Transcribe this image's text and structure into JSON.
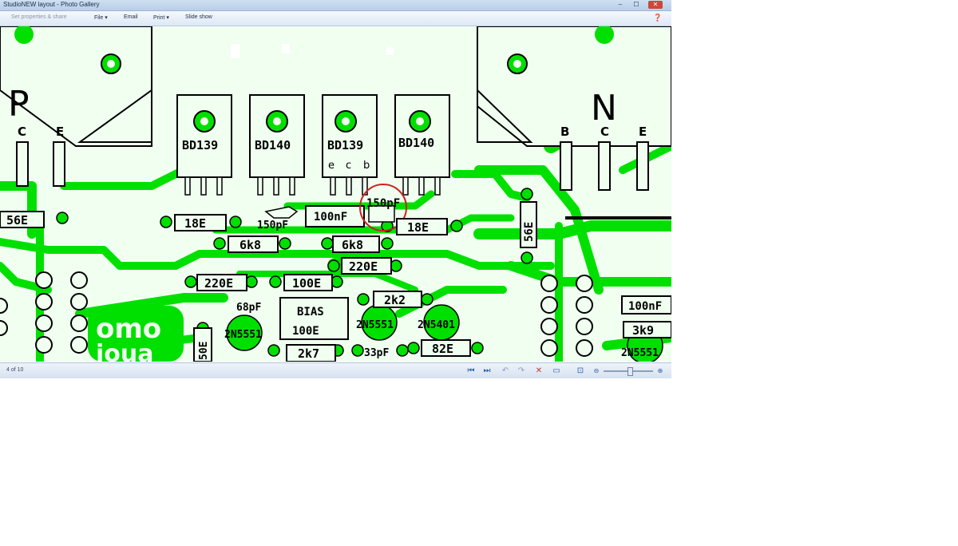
{
  "window": {
    "title": "StudioNEW layout - Photo Gallery",
    "controls": {
      "minimize": "–",
      "maximize": "☐",
      "close": "✕"
    }
  },
  "menu": {
    "properties": "Set properties & share",
    "file": "File ▾",
    "email": "Email",
    "print": "Print ▾",
    "slideshow": "Slide show",
    "help_icon": "help-icon"
  },
  "status": {
    "counter": "4 of 10"
  },
  "colors": {
    "trace": "#00e000",
    "pad": "#00e000",
    "ink": "#000000",
    "board": "#f0fff0",
    "marker": "#cc2222"
  },
  "pcb": {
    "transistor_labels": [
      "BD139",
      "BD140",
      "BD139",
      "BD140"
    ],
    "pin_labels": {
      "e": "e",
      "c": "c",
      "b": "b"
    },
    "left_device": {
      "letter": "P",
      "pins": [
        "C",
        "E"
      ]
    },
    "right_device": {
      "letter": "N",
      "pins": [
        "B",
        "C",
        "E"
      ]
    },
    "parts": {
      "r56e_left": "56E",
      "r18e_left": "18E",
      "c150pf": "150pF",
      "c100nf": "100nF",
      "c150pf_circled": "150pF",
      "r18e_right": "18E",
      "r56e_right": "56E",
      "r6k8_left": "6k8",
      "r6k8_right": "6k8",
      "r220e_mid": "220E",
      "r220e_left": "220E",
      "r100e": "100E",
      "r2k2": "2k2",
      "bias_title": "BIAS",
      "bias_value": "100E",
      "c68pf": "68pF",
      "q2n5551_left": "2N5551",
      "q2n5551_mid": "2N5551",
      "q2n5401": "2N5401",
      "r2k7": "2k7",
      "c33pf": "33pF",
      "r82e": "82E",
      "r50e": "50E",
      "c100nf_right": "100nF",
      "r3k9": "3k9",
      "q2n5551_right": "2N5551",
      "logo_top": "omo",
      "logo_bottom": "ioua"
    }
  }
}
